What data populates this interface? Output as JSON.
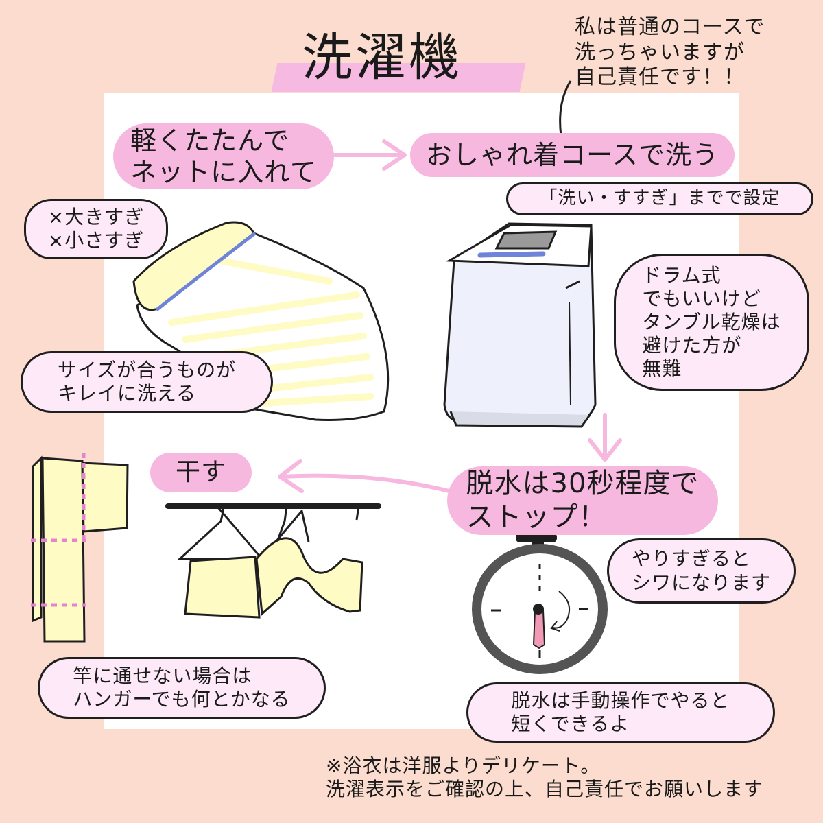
{
  "title": "洗濯機",
  "note_top": "私は普通のコースで\n洗っちゃいますが\n自己責任です！！",
  "steps": {
    "fold_net": "軽くたたんで\nネットに入れて",
    "course": "おしゃれ着コースで洗う",
    "spin": "脱水は30秒程度で\nストップ！",
    "dry": "干す"
  },
  "tips": {
    "net_size": "×大きすぎ\n×小さすぎ",
    "fit_net": "サイズが合うものが\nキレイに洗える",
    "setting": "「洗い・すすぎ」までで設定",
    "drum": "ドラム式\nでもいいけど\nタンブル乾燥は\n避けた方が\n無難",
    "wrinkle": "やりすぎると\nシワになります",
    "manual": "脱水は手動操作でやると\n短くできるよ",
    "hanger": "竿に通せない場合は\nハンガーでも何とかなる"
  },
  "footer": "※浴衣は洋服よりデリケート。\n洗濯表示をご確認の上、自己責任でお願いします",
  "colors": {
    "background": "#fbdccf",
    "panel": "#ffffff",
    "accent_pink": "#f7b8e0",
    "bubble_fill": "#fde9f7",
    "fabric_yellow": "#fffbc4",
    "net_blue": "#6e84d8",
    "arrow_pink": "#f7b8e0"
  },
  "icons": [
    "laundry-net-icon",
    "washing-machine-icon",
    "stopwatch-icon",
    "hanging-laundry-icon",
    "yukata-folded-icon"
  ]
}
